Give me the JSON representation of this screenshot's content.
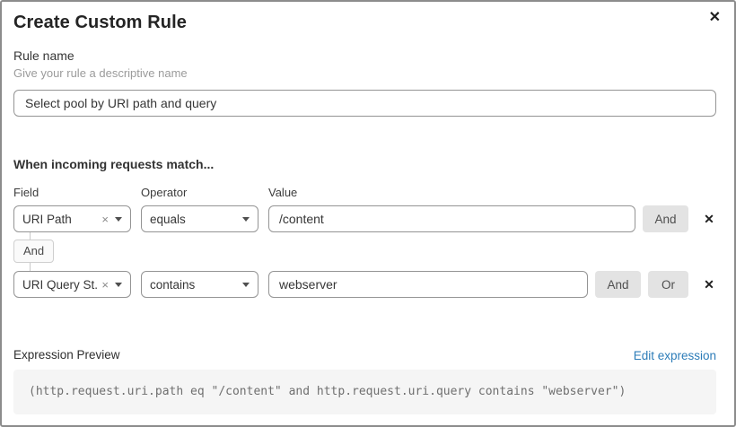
{
  "dialog": {
    "title": "Create Custom Rule"
  },
  "icons": {
    "close": "✕",
    "remove_row": "✕",
    "clear_selection": "×"
  },
  "rule_name": {
    "label": "Rule name",
    "helper": "Give your rule a descriptive name",
    "value": "Select pool by URI path and query"
  },
  "builder": {
    "heading": "When incoming requests match...",
    "columns": {
      "field": "Field",
      "operator": "Operator",
      "value": "Value"
    },
    "connector": "And",
    "rows": [
      {
        "field": "URI Path",
        "operator": "equals",
        "value": "/content",
        "buttons": [
          "And"
        ]
      },
      {
        "field": "URI Query St...",
        "operator": "contains",
        "value": "webserver",
        "buttons": [
          "And",
          "Or"
        ]
      }
    ]
  },
  "expression": {
    "label": "Expression Preview",
    "edit_link": "Edit expression",
    "code": "(http.request.uri.path eq \"/content\" and http.request.uri.query contains \"webserver\")"
  },
  "colors": {
    "link": "#2c7cb8",
    "button_bg": "#e3e3e3",
    "code_bg": "#f5f5f5",
    "border_gray": "#949494"
  }
}
